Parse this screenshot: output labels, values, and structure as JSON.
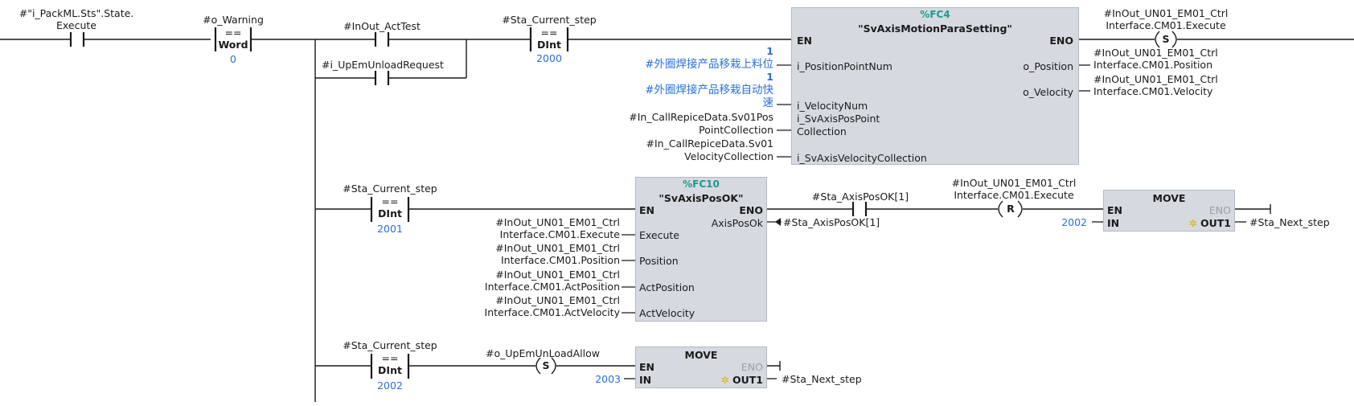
{
  "contacts": {
    "c1": {
      "line1": "#\"i_PackML.Sts\".State.",
      "line2": "Execute"
    },
    "c2": {
      "name": "#o_Warning",
      "op": "==",
      "type": "Word",
      "value": "0"
    },
    "c3": {
      "name": "#InOut_ActTest"
    },
    "c4": {
      "name": "#i_UpEmUnloadRequest"
    },
    "c5": {
      "name": "#Sta_Current_step",
      "op": "==",
      "type": "DInt",
      "value": "2000"
    },
    "c6": {
      "name": "#Sta_Current_step",
      "op": "==",
      "type": "DInt",
      "value": "2001"
    },
    "c7": {
      "name": "#Sta_Current_step",
      "op": "==",
      "type": "DInt",
      "value": "2002"
    },
    "c8": {
      "name": "#Sta_AxisPosOK[1]"
    }
  },
  "coils": {
    "s1": {
      "line1": "#InOut_UN01_EM01_Ctrl",
      "line2": "Interface.CM01.Execute",
      "sym": "S"
    },
    "r1": {
      "line1": "#InOut_UN01_EM01_Ctrl",
      "line2": "Interface.CM01.Execute",
      "sym": "R"
    },
    "s2": {
      "name": "#o_UpEmUnLoadAllow",
      "sym": "S"
    }
  },
  "fc4": {
    "number": "%FC4",
    "title": "\"SvAxisMotionParaSetting\"",
    "en": "EN",
    "eno": "ENO",
    "in1": {
      "pin": "i_PositionPointNum",
      "value": "1",
      "var": "#外圈焊接产品移栽上料位"
    },
    "in2": {
      "pin": "i_VelocityNum",
      "value": "1",
      "var1": "#外圈焊接产品移栽自动快",
      "var2": "速"
    },
    "in3": {
      "pin1": "i_SvAxisPosPoint",
      "pin2": "Collection",
      "var1": "#In_CallRepiceData.Sv01Pos",
      "var2": "PointCollection"
    },
    "in4": {
      "pin": "i_SvAxisVelocityCollection",
      "var1": "#In_CallRepiceData.Sv01",
      "var2": "VelocityCollection"
    },
    "out1": {
      "pin": "o_Position",
      "line1": "#InOut_UN01_EM01_Ctrl",
      "line2": "Interface.CM01.Position"
    },
    "out2": {
      "pin": "o_Velocity",
      "line1": "#InOut_UN01_EM01_Ctrl",
      "line2": "Interface.CM01.Velocity"
    }
  },
  "fc10": {
    "number": "%FC10",
    "title": "\"SvAxisPosOK\"",
    "en": "EN",
    "eno": "ENO",
    "out": {
      "pin": "AxisPosOk",
      "var": "#Sta_AxisPosOK[1]"
    },
    "in1": {
      "pin": "Execute",
      "line1": "#InOut_UN01_EM01_Ctrl",
      "line2": "Interface.CM01.Execute"
    },
    "in2": {
      "pin": "Position",
      "line1": "#InOut_UN01_EM01_Ctrl",
      "line2": "Interface.CM01.Position"
    },
    "in3": {
      "pin": "ActPosition",
      "line1": "#InOut_UN01_EM01_Ctrl",
      "line2": "Interface.CM01.ActPosition"
    },
    "in4": {
      "pin": "ActVelocity",
      "line1": "#InOut_UN01_EM01_Ctrl",
      "line2": "Interface.CM01.ActVelocity"
    }
  },
  "move1": {
    "title": "MOVE",
    "en": "EN",
    "eno": "ENO",
    "in": "IN",
    "out": "OUT1",
    "in_value": "2002",
    "out_var": "#Sta_Next_step"
  },
  "move2": {
    "title": "MOVE",
    "en": "EN",
    "eno": "ENO",
    "in": "IN",
    "out": "OUT1",
    "in_value": "2003",
    "out_var": "#Sta_Next_step"
  },
  "colors": {
    "box": "#d6dae0",
    "constant": "#2a6fdb",
    "block_number": "#1a9c8f",
    "wire": "#1a1a1a"
  }
}
